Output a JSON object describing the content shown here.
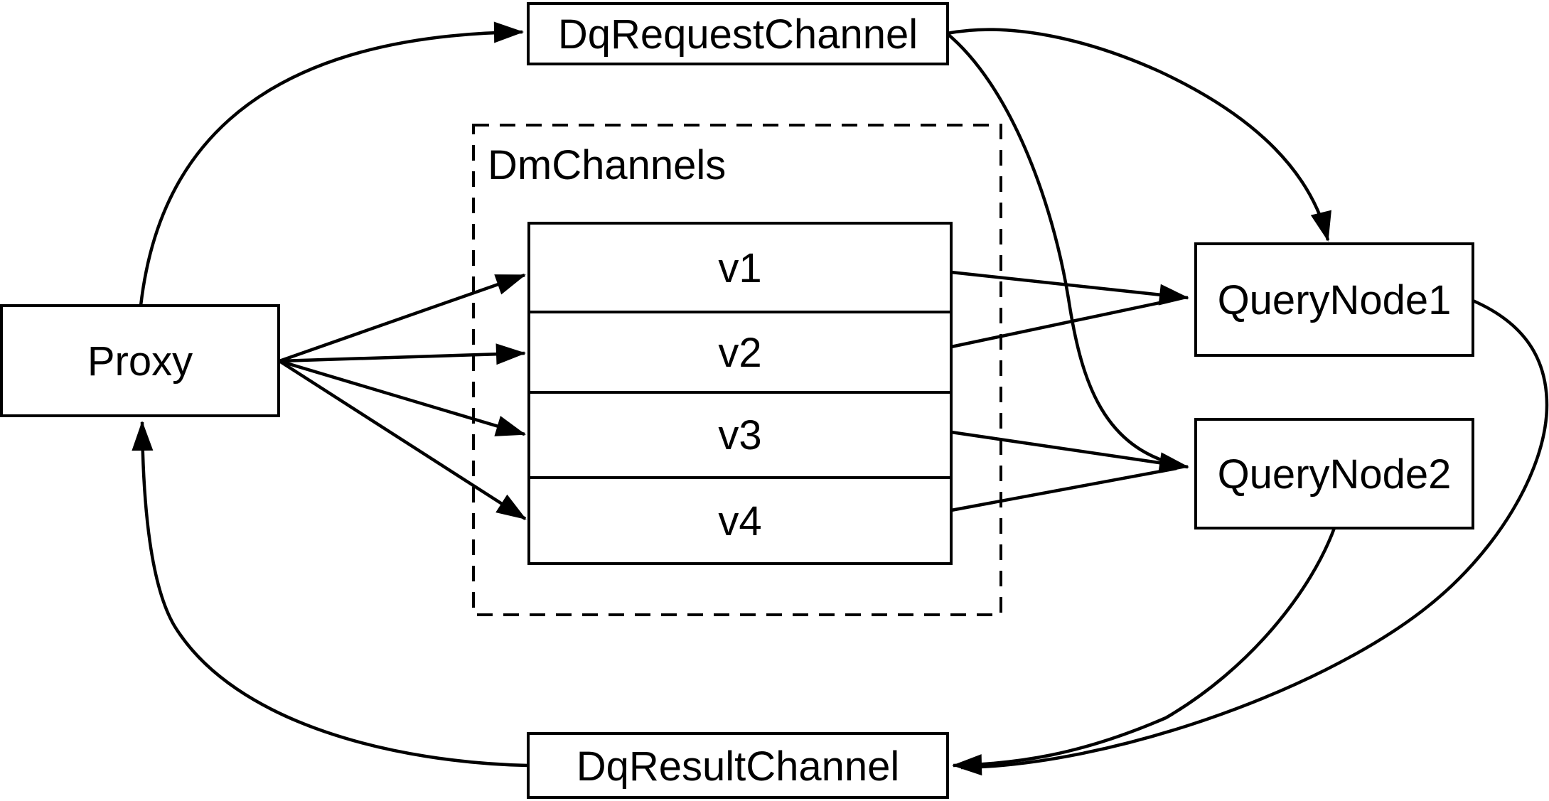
{
  "colors": {
    "background": "#ffffff",
    "stroke": "#000000",
    "text": "#000000"
  },
  "nodes": {
    "proxy": {
      "label": "Proxy"
    },
    "dq_request_channel": {
      "label": "DqRequestChannel"
    },
    "dq_result_channel": {
      "label": "DqResultChannel"
    },
    "dm_channels": {
      "label": "DmChannels",
      "channels": [
        {
          "label": "v1"
        },
        {
          "label": "v2"
        },
        {
          "label": "v3"
        },
        {
          "label": "v4"
        }
      ]
    },
    "query_node_1": {
      "label": "QueryNode1"
    },
    "query_node_2": {
      "label": "QueryNode2"
    }
  },
  "edges": [
    {
      "from": "Proxy",
      "to": "DqRequestChannel"
    },
    {
      "from": "Proxy",
      "to": "v1"
    },
    {
      "from": "Proxy",
      "to": "v2"
    },
    {
      "from": "Proxy",
      "to": "v3"
    },
    {
      "from": "Proxy",
      "to": "v4"
    },
    {
      "from": "v1",
      "to": "QueryNode1"
    },
    {
      "from": "v2",
      "to": "QueryNode1"
    },
    {
      "from": "v3",
      "to": "QueryNode2"
    },
    {
      "from": "v4",
      "to": "QueryNode2"
    },
    {
      "from": "DqRequestChannel",
      "to": "QueryNode1"
    },
    {
      "from": "DqRequestChannel",
      "to": "QueryNode2"
    },
    {
      "from": "QueryNode1",
      "to": "DqResultChannel"
    },
    {
      "from": "QueryNode2",
      "to": "DqResultChannel"
    },
    {
      "from": "DqResultChannel",
      "to": "Proxy"
    }
  ]
}
